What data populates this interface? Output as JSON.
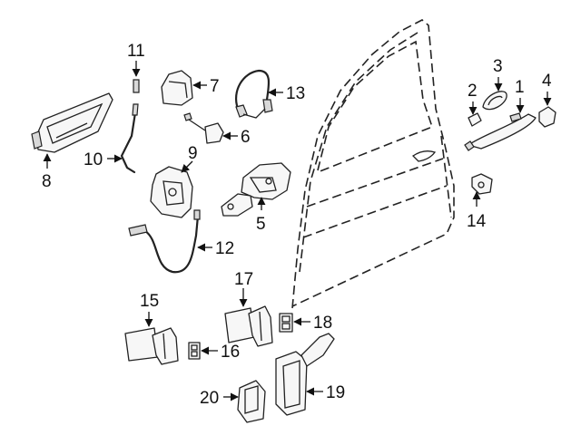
{
  "labels": {
    "c1": "1",
    "c2": "2",
    "c3": "3",
    "c4": "4",
    "c5": "5",
    "c6": "6",
    "c7": "7",
    "c8": "8",
    "c9": "9",
    "c10": "10",
    "c11": "11",
    "c12": "12",
    "c13": "13",
    "c14": "14",
    "c15": "15",
    "c16": "16",
    "c17": "17",
    "c18": "18",
    "c19": "19",
    "c20": "20"
  }
}
